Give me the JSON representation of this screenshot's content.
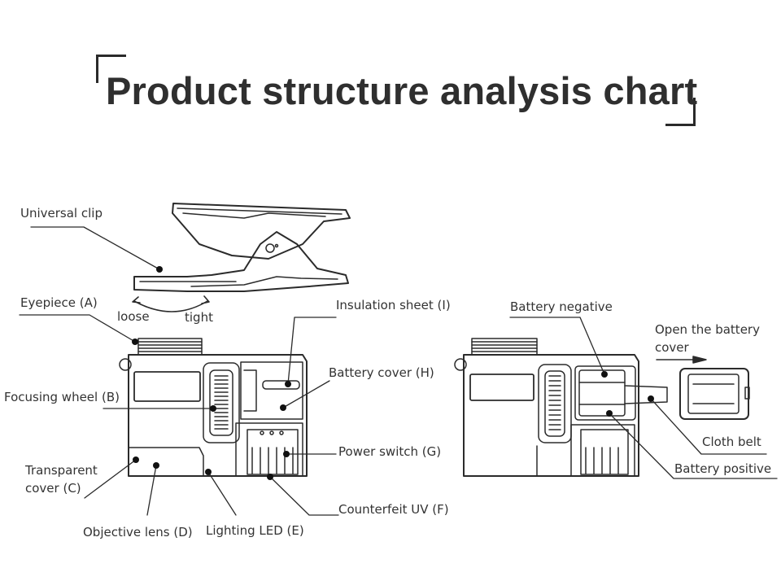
{
  "title": "Product structure analysis chart",
  "labels": {
    "universal_clip": "Universal clip",
    "eyepiece": "Eyepiece (A)",
    "loose": "loose",
    "tight": "tight",
    "focusing_wheel": "Focusing wheel (B)",
    "transparent_cover_1": "Transparent",
    "transparent_cover_2": "cover (C)",
    "objective_lens": "Objective lens (D)",
    "lighting_led": "Lighting LED (E)",
    "counterfeit_uv": "Counterfeit UV (F)",
    "power_switch": "Power switch (G)",
    "battery_cover": "Battery cover (H)",
    "insulation_sheet": "Insulation sheet (I)",
    "battery_negative": "Battery negative",
    "open_battery_cover_1": "Open the battery",
    "open_battery_cover_2": "cover",
    "cloth_belt": "Cloth belt",
    "battery_positive": "Battery positive"
  },
  "colors": {
    "line": "#2b2b2b",
    "text": "#333333",
    "title": "#2f2f2f"
  }
}
